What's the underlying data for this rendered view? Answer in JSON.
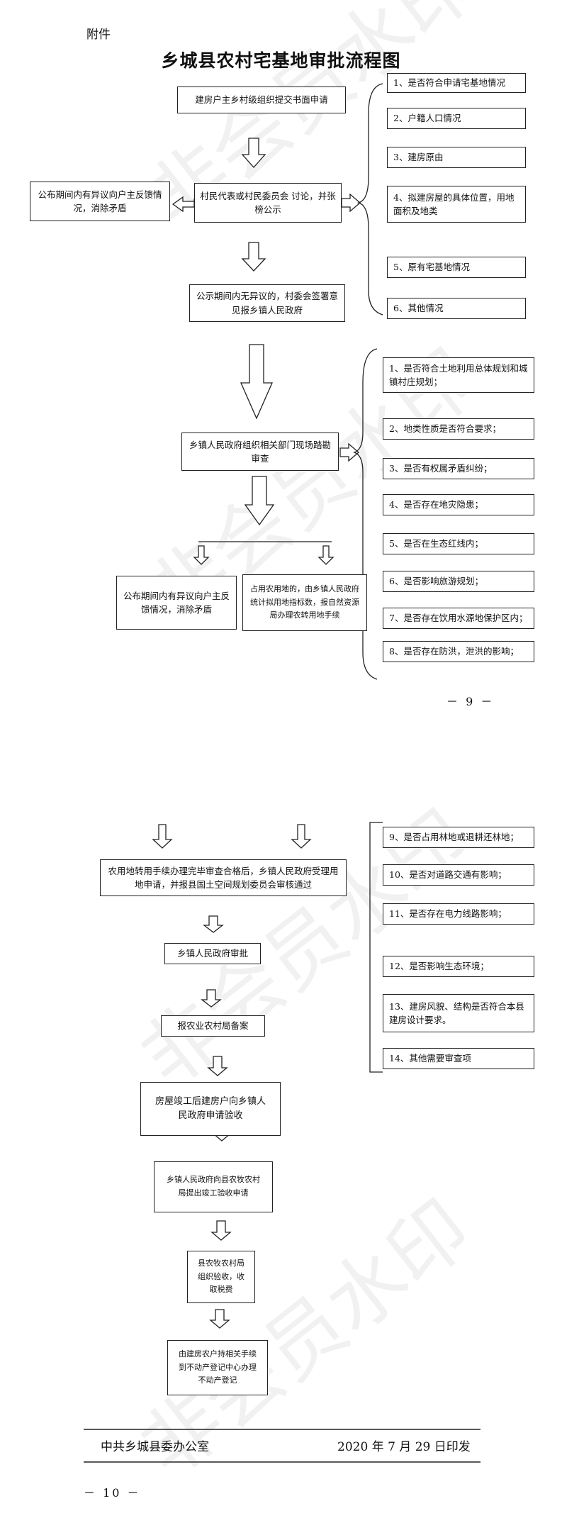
{
  "attachment_label": "附件",
  "title": "乡城县农村宅基地审批流程图",
  "page_numbers": {
    "first": "－ 9 －",
    "second": "－ 10 －"
  },
  "footer": {
    "issuer": "中共乡城县委办公室",
    "date": "2020 年 7 月 29 日印发"
  },
  "watermark": "非会员水印",
  "flow_part1": {
    "apply": "建房户主乡村级组织提交书面申请",
    "village_discuss": "村民代表或村民委员会 讨论，并张榜公示",
    "objection_left": "公布期间内有异议向户主反馈情况，消除矛盾",
    "no_objection": "公示期间内无异议的，村委会签署意见报乡镇人民政府",
    "township_survey": "乡镇人民政府组织相关部门现场踏勘审查",
    "objection_bottom": "公布期间内有异议向户主反馈情况，消除矛盾",
    "farmland_convert": "占用农用地的，由乡镇人民政府统计拟用地指标数，报自然资源局办理农转用地手续"
  },
  "checklist_apply": [
    "1、是否符合申请宅基地情况",
    "2、户籍人口情况",
    "3、建房原由",
    "4、拟建房屋的具体位置，用地面积及地类",
    "5、原有宅基地情况",
    "6、其他情况"
  ],
  "checklist_survey": [
    "1、是否符合土地利用总体规划和城镇村庄规划；",
    "2、地类性质是否符合要求；",
    "3、是否有权属矛盾纠纷；",
    "4、是否存在地灾隐患；",
    "5、是否在生态红线内；",
    "6、是否影响旅游规划；",
    "7、是否存在饮用水源地保护区内；",
    "8、是否存在防洪，泄洪的影响；",
    "9、是否占用林地或退耕还林地；",
    "10、是否对道路交通有影响；",
    "11、是否存在电力线路影响；",
    "12、是否影响生态环境；",
    "13、建房风貌、结构是否符合本县建房设计要求。",
    "14、其他需要审查项"
  ],
  "flow_part2": {
    "review_pass": "农用地转用手续办理完毕审查合格后，乡镇人民政府受理用地申请，并报县国土空间规划委员会审核通过",
    "township_approve": "乡镇人民政府审批",
    "record": "报农业农村局备案",
    "completion_apply": "房屋竣工后建房户向乡镇人民政府申请验收",
    "acceptance_request": "乡镇人民政府向县农牧农村局提出竣工验收申请",
    "county_accept": "县农牧农村局组织验收，收取税费",
    "registration": "由建房农户持相关手续到不动产登记中心办理不动产登记"
  }
}
